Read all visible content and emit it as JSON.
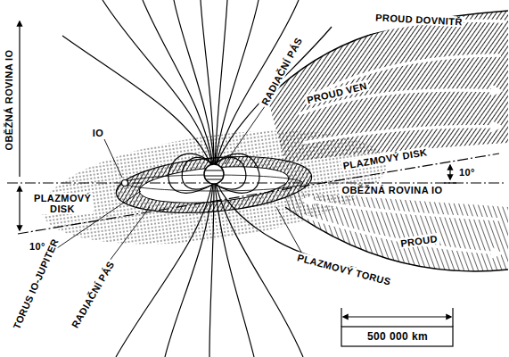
{
  "diagram": {
    "labels": [
      "OBĚŽNÁ ROVINA IO",
      "IO",
      "RADIAČNÍ PÁS",
      "PROUD DOVNITŘ",
      "PROUD VEN",
      "PLAZMOVÝ DISK",
      "10°",
      "OBĚŽNÁ ROVINA IO",
      "PROUD",
      "PLAZMOVÝ DISK",
      "10°",
      "TORUS IO-JUPITER",
      "RADIAČNÍ PÁS",
      "PLAZMOVÝ TORUS",
      "500 000 km"
    ]
  }
}
